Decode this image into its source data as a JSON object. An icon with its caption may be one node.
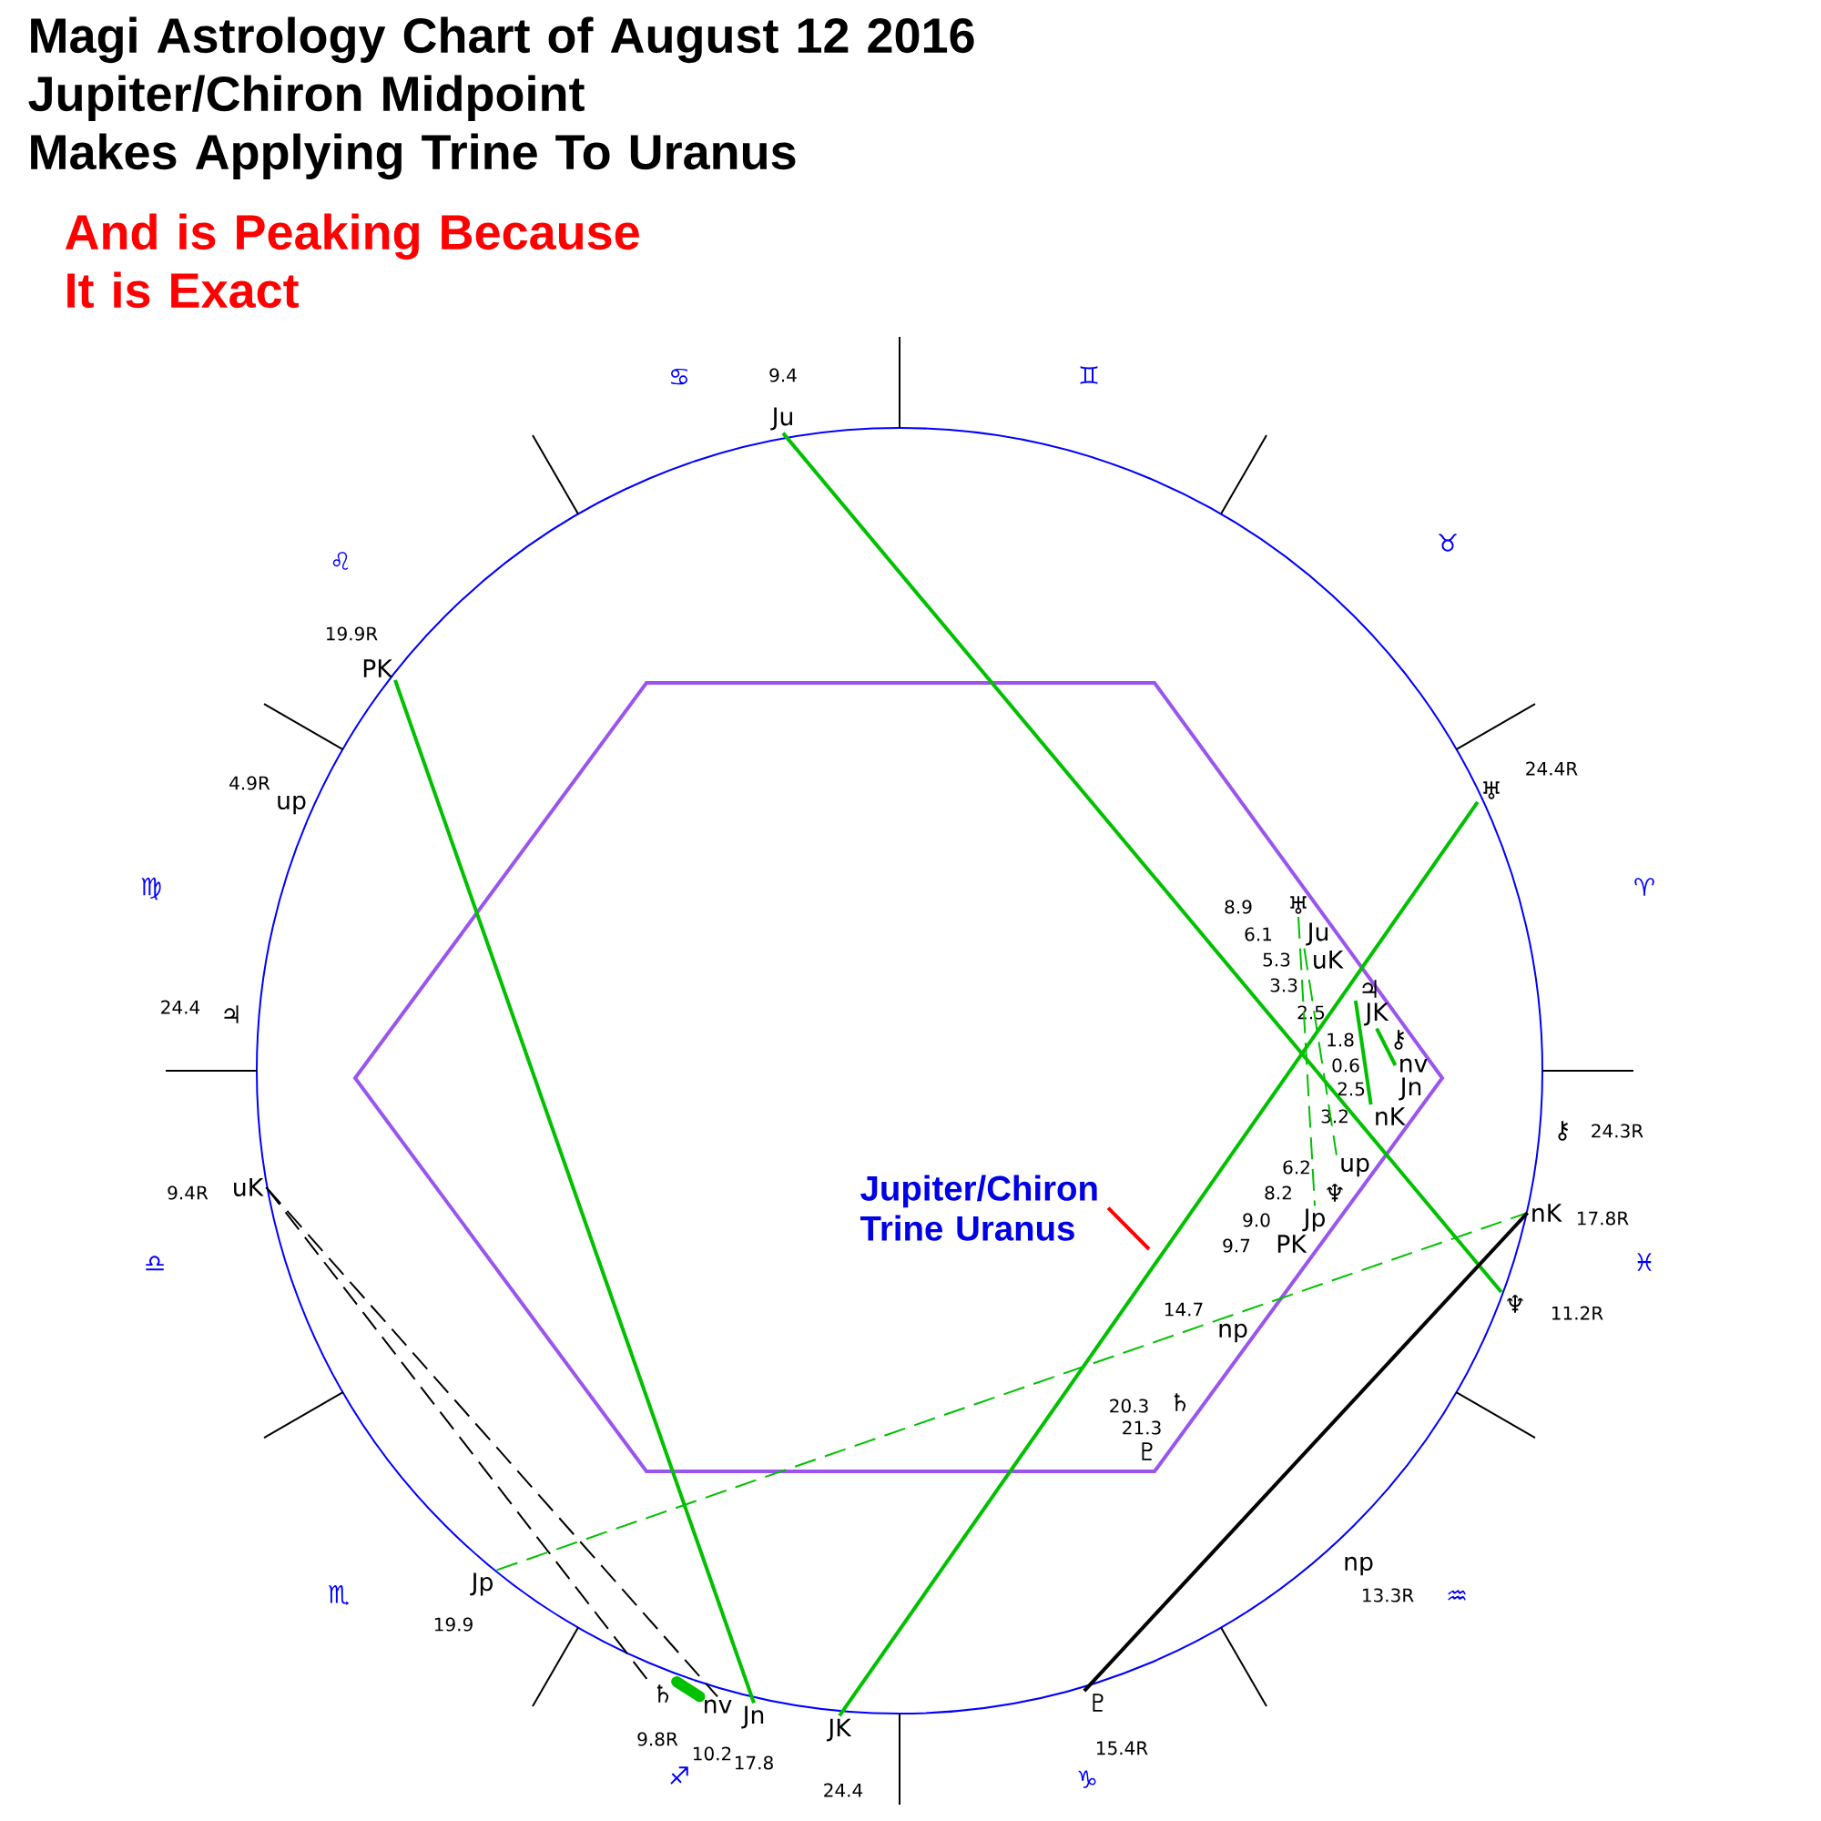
{
  "diagram": {
    "title": "Magi Astrology Chart of August 12 2016 Jupiter/Chiron Midpoint Makes Applying Trine To Uranus",
    "nodes": [
      {
        "text": [
          "Ju"
        ],
        "beside": [
          "9.4"
        ]
      },
      {
        "text": [
          "PK"
        ],
        "beside": [
          "19.9R"
        ]
      },
      {
        "text": [
          "up"
        ],
        "beside": [
          "4.9R"
        ]
      },
      {
        "text": [
          "♃"
        ],
        "beside": [
          "24.4"
        ]
      },
      {
        "text": [
          "uK"
        ],
        "beside": [
          "9.4R"
        ]
      },
      {
        "text": [
          "Jp"
        ],
        "beside": [
          "19.9"
        ]
      },
      {
        "text": [
          "♄"
        ],
        "beside": [
          "9.8R"
        ]
      },
      {
        "text": [
          "nv"
        ],
        "beside": [
          "10.2"
        ]
      },
      {
        "text": [
          "Jn"
        ],
        "beside": [
          "17.8"
        ]
      },
      {
        "text": [
          "JK"
        ],
        "beside": [
          "24.4"
        ]
      },
      {
        "text": [
          "♇"
        ],
        "beside": [
          "15.4R"
        ]
      },
      {
        "text": [
          "np"
        ],
        "beside": [
          "13.3R"
        ]
      },
      {
        "text": [
          "♆"
        ],
        "beside": [
          "11.2R"
        ]
      },
      {
        "text": [
          "nK"
        ],
        "beside": [
          "17.8R"
        ]
      },
      {
        "text": [
          "⚷"
        ],
        "beside": [
          "24.3R"
        ]
      },
      {
        "text": [
          "♅"
        ],
        "beside": [
          "24.4R"
        ]
      },
      {
        "text": [
          "♅"
        ],
        "beside": [
          "8.9"
        ]
      },
      {
        "text": [
          "Ju"
        ],
        "beside": [
          "6.1"
        ]
      },
      {
        "text": [
          "uK"
        ],
        "beside": [
          "5.3"
        ]
      },
      {
        "text": [
          "♃"
        ],
        "beside": [
          "3.3"
        ]
      },
      {
        "text": [
          "JK"
        ],
        "beside": [
          "2.5"
        ]
      },
      {
        "text": [
          "⚷"
        ],
        "beside": [
          "1.8"
        ]
      },
      {
        "text": [
          "nv"
        ],
        "beside": [
          "0.6"
        ]
      },
      {
        "text": [
          "Jn"
        ],
        "beside": [
          "2.5"
        ]
      },
      {
        "text": [
          "nK"
        ],
        "beside": [
          "3.2"
        ]
      },
      {
        "text": [
          "up"
        ],
        "beside": [
          "6.2"
        ]
      },
      {
        "text": [
          "♆"
        ],
        "beside": [
          "8.2"
        ]
      },
      {
        "text": [
          "Jp"
        ],
        "beside": [
          "9.0"
        ]
      },
      {
        "text": [
          "PK"
        ],
        "beside": [
          "9.7"
        ]
      },
      {
        "text": [
          "np"
        ],
        "beside": [
          "14.7"
        ]
      },
      {
        "text": [
          "♄"
        ],
        "beside": [
          "20.3"
        ]
      },
      {
        "text": [
          "♇"
        ],
        "beside": [
          "21.3"
        ]
      },
      {
        "text": [
          "Jupiter/Chiron Trine Uranus"
        ]
      }
    ],
    "edges": [
      {
        "from": 0,
        "to": 12,
        "arrow": "none"
      },
      {
        "from": 1,
        "to": 8,
        "arrow": "none"
      },
      {
        "from": 9,
        "to": 15,
        "arrow": "none"
      },
      {
        "from": 5,
        "to": 13,
        "arrow": "none",
        "style": "dashed"
      },
      {
        "from": 10,
        "to": 13,
        "arrow": "none",
        "color": "#000000"
      },
      {
        "from": 4,
        "to": 6,
        "arrow": "none",
        "style": "dashed",
        "color": "#000000"
      },
      {
        "from": 4,
        "to": 7,
        "arrow": "none",
        "style": "dashed",
        "color": "#000000"
      },
      {
        "from": 6,
        "to": 7,
        "arrow": "none",
        "style": "thick"
      },
      {
        "from": 16,
        "to": 27,
        "arrow": "none",
        "style": "dashed"
      },
      {
        "from": 17,
        "to": 25,
        "arrow": "none",
        "style": "dashed"
      },
      {
        "from": 19,
        "to": 24,
        "arrow": "none"
      },
      {
        "from": 20,
        "to": 22,
        "arrow": "none"
      },
      {
        "from": 32,
        "to": null,
        "arrow": "none",
        "color": "#ff0000"
      }
    ],
    "labels": [
      "And is Peaking Because It is Exact",
      "♋",
      "♊",
      "♌",
      "♉",
      "♈",
      "♍",
      "♎",
      "♓",
      "♏",
      "♒",
      "♐",
      "♑"
    ]
  }
}
